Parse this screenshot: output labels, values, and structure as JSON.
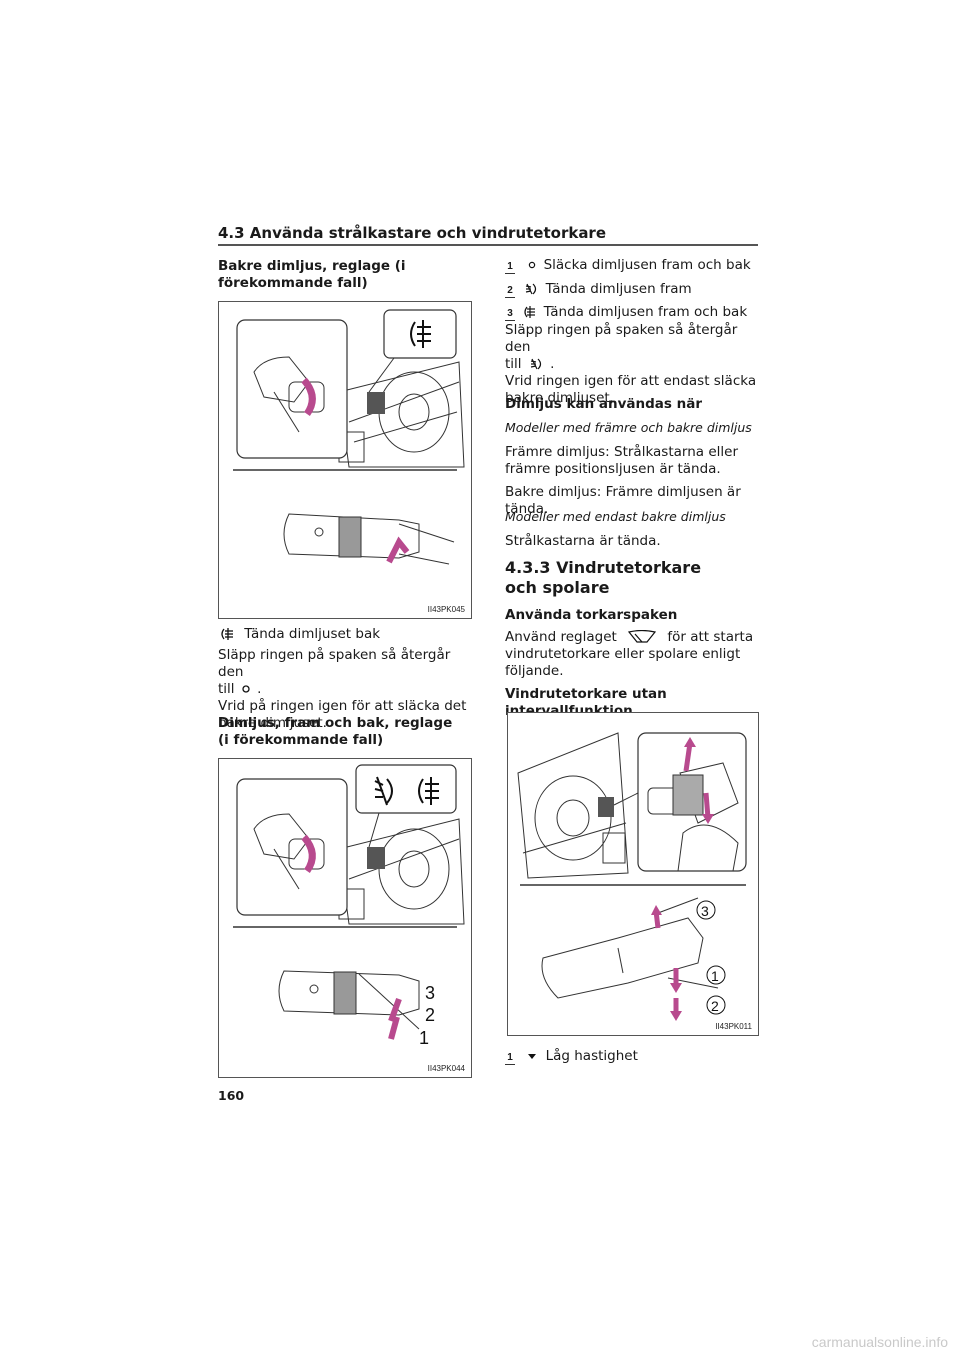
{
  "header": {
    "section_title": "4.3  Använda strålkastare och vindrutetorkare"
  },
  "left": {
    "heading1": "Bakre dimljus, reglage (i förekommande fall)",
    "figure1_code": "II43PK045",
    "item_rear_on": "Tända dimljuset bak",
    "para1_a": "Släpp ringen på spaken så återgår den",
    "para1_till": "till",
    "para1_b": "Vrid på ringen igen för att släcka det bakre dimljuset.",
    "heading2_line1": "Dimljus, fram och bak, reglage",
    "heading2_line2": "(i förekommande fall)",
    "figure2_code": "II43PK044",
    "figure2_labels": [
      "3",
      "2",
      "1"
    ]
  },
  "right": {
    "items": [
      {
        "num": "1",
        "text": "Släcka dimljusen fram och bak"
      },
      {
        "num": "2",
        "text": "Tända dimljusen fram"
      },
      {
        "num": "3",
        "text": "Tända dimljusen fram och bak"
      }
    ],
    "para_a": "Släpp ringen på spaken så återgår den",
    "para_till": "till",
    "para_b": "Vrid ringen igen för att endast släcka bakre dimljuset.",
    "heading_fog_when": "Dimljus kan användas när",
    "italic1": "Modeller med främre och bakre dimljus",
    "para_front": "Främre dimljus: Strålkastarna eller främre positionsljusen är tända.",
    "para_rear": "Bakre dimljus: Främre dimljusen är tända.",
    "italic2": "Modeller med endast bakre dimljus",
    "para_only": "Strålkastarna är tända.",
    "h3": "4.3.3  Vindrutetorkare och spolare",
    "heading_lever": "Använda torkarspaken",
    "para_lever_a": "Använd reglaget",
    "para_lever_b": "för att starta",
    "para_lever_c": "vindrutetorkare eller spolare enligt följande.",
    "heading_wiper": "Vindrutetorkare utan intervallfunktion",
    "figure3_code": "II43PK011",
    "figure3_labels": [
      "3",
      "1",
      "2"
    ],
    "last_item": {
      "num": "1",
      "text": "Låg hastighet"
    }
  },
  "footer": {
    "page_number": "160",
    "watermark": "carmanualsonline.info"
  }
}
